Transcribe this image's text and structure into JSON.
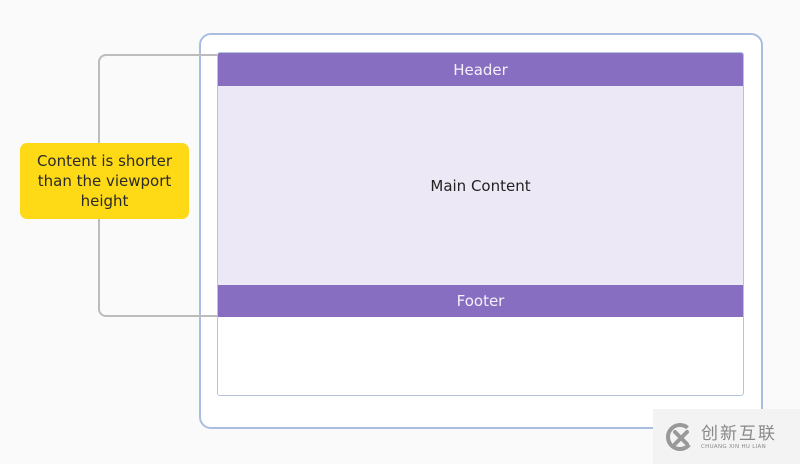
{
  "diagram": {
    "header_label": "Header",
    "main_label": "Main Content",
    "footer_label": "Footer",
    "annotation": "Content is shorter than the viewport height",
    "colors": {
      "header_footer_bg": "#876ec0",
      "main_bg": "#ece8f6",
      "annotation_bg": "#fdd916",
      "device_border": "#a9bde0",
      "bracket_line": "#bcbcbc"
    }
  },
  "watermark": {
    "chinese": "创新互联",
    "pinyin": "CHUANG XIN HU LIAN",
    "icon": "cx-logo-icon"
  }
}
